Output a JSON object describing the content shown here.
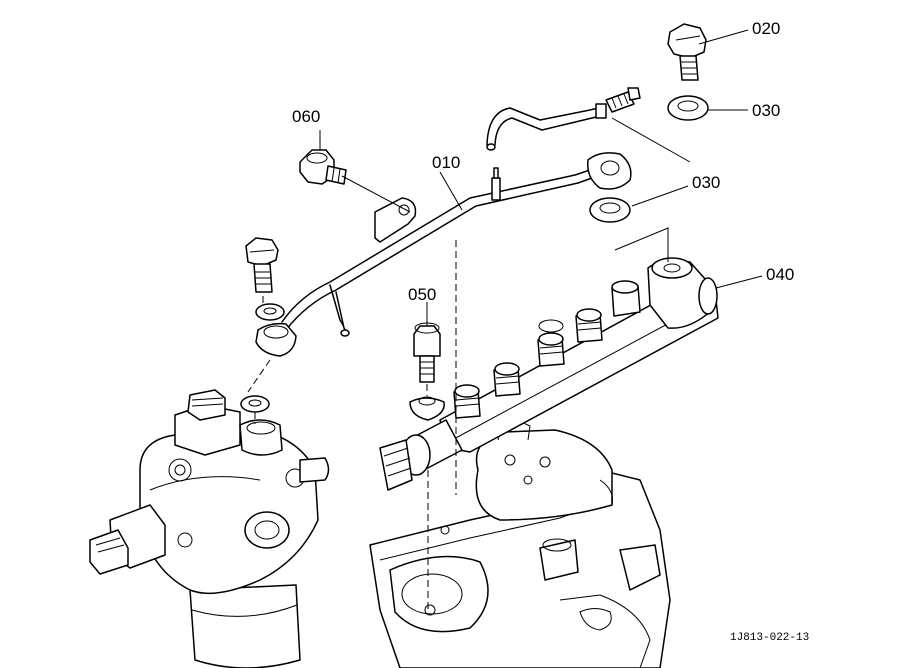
{
  "callouts": {
    "c010": "010",
    "c020": "020",
    "c030a": "030",
    "c030b": "030",
    "c040": "040",
    "c050": "050",
    "c060": "060"
  },
  "drawing_ref": "1J813-022-13"
}
